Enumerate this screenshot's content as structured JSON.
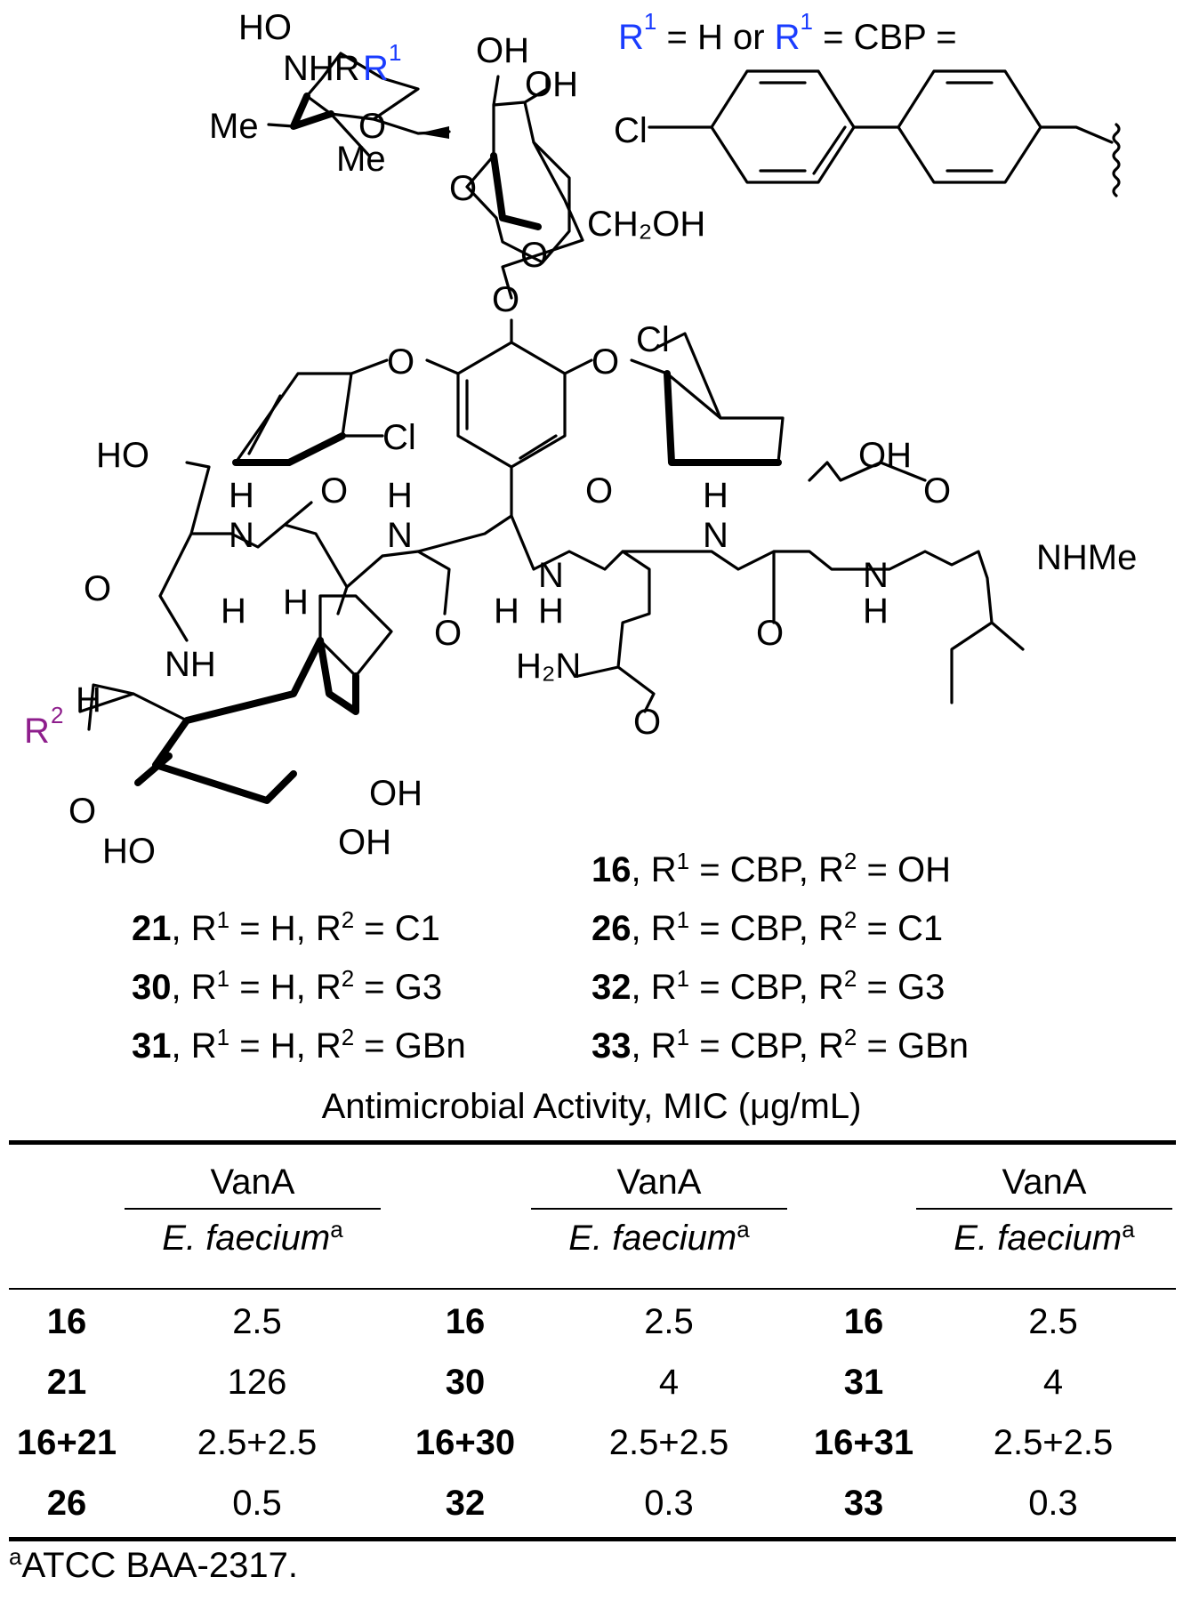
{
  "colors": {
    "r1": "#1a3cff",
    "r2": "#8e1e8c",
    "ink": "#000000"
  },
  "structure": {
    "r1_def": {
      "r1a": "R",
      "sup1a": "1",
      "mid": " = H or ",
      "r1b": "R",
      "sup1b": "1",
      "end": " = CBP ="
    },
    "labels": {
      "HO_sugar": "HO",
      "NHR": "NHR",
      "R1": "R",
      "R1_sup": "1",
      "Me1": "Me",
      "Me2": "Me",
      "O_ring1": "O",
      "OH1": "OH",
      "OH2": "OH",
      "O_link1": "O",
      "CH2OH": "CH₂OH",
      "O_ring2": "O",
      "O_link2": "O",
      "O_left": "O",
      "O_right": "O",
      "Cl_biphenyl": "Cl",
      "Cl_left": "Cl",
      "Cl_right": "Cl",
      "HO_left": "HO",
      "OH_right": "OH",
      "O_co1": "O",
      "O_co2": "O",
      "O_co3": "O",
      "O_co4": "O",
      "O_co5": "O",
      "O_co6": "O",
      "O_co7": "O",
      "O_amide": "O",
      "NH_1": "H",
      "N_1": "N",
      "NH_2": "H",
      "N_2": "N",
      "N_3": "N",
      "H_3": "H",
      "N_4": "N",
      "H_4": "H",
      "N_5": "N",
      "H_5": "H",
      "NH_6": "NH",
      "H_a": "H",
      "H_b": "H",
      "H_c": "H",
      "H2N": "H₂N",
      "NHMe": "NHMe",
      "R2": "R",
      "R2_sup": "2",
      "H_r2": "H",
      "OH_bot1": "OH",
      "OH_bot2": "OH",
      "HO_bot": "HO"
    }
  },
  "compounds": {
    "left": [
      {
        "id": "21",
        "r1": "H",
        "r2": "C1"
      },
      {
        "id": "30",
        "r1": "H",
        "r2": "G3"
      },
      {
        "id": "31",
        "r1": "H",
        "r2": "GBn"
      }
    ],
    "right": [
      {
        "id": "16",
        "r1": "CBP",
        "r2": "OH"
      },
      {
        "id": "26",
        "r1": "CBP",
        "r2": "C1"
      },
      {
        "id": "32",
        "r1": "CBP",
        "r2": "G3"
      },
      {
        "id": "33",
        "r1": "CBP",
        "r2": "GBn"
      }
    ],
    "r1_prefix": "R",
    "r1_sup": "1",
    "r2_prefix": "R",
    "r2_sup": "2"
  },
  "table": {
    "caption": "Antimicrobial Activity, MIC (μg/mL)",
    "group_header": "VanA",
    "organism": "E. faecium",
    "organism_sup": "a",
    "rows": [
      [
        "16",
        "2.5",
        "16",
        "2.5",
        "16",
        "2.5"
      ],
      [
        "21",
        "126",
        "30",
        "4",
        "31",
        "4"
      ],
      [
        "16+21",
        "2.5+2.5",
        "16+30",
        "2.5+2.5",
        "16+31",
        "2.5+2.5"
      ],
      [
        "26",
        "0.5",
        "32",
        "0.3",
        "33",
        "0.3"
      ]
    ],
    "footnote_sup": "a",
    "footnote": "ATCC BAA-2317."
  }
}
